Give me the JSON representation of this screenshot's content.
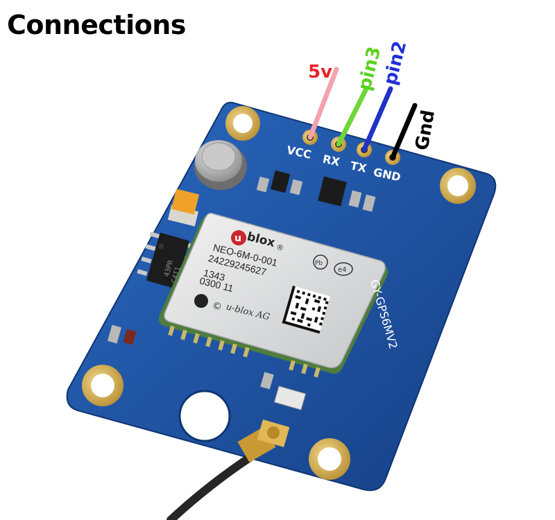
{
  "title": "Connections",
  "wires": [
    {
      "label": "5v",
      "color": "#e8232a",
      "wire_color": "#f4a3ad"
    },
    {
      "label": "pin3",
      "color": "#5bd21f",
      "wire_color": "#6fd63a"
    },
    {
      "label": "pin2",
      "color": "#2230d6",
      "wire_color": "#2032c8"
    },
    {
      "label": "Gnd",
      "color": "#000000",
      "wire_color": "#000000"
    }
  ],
  "board": {
    "pins": [
      "VCC",
      "RX",
      "TX",
      "GND"
    ],
    "model_side_label": "GY-GPS6MV2",
    "module": {
      "brand": "blox",
      "brand_mark": "u",
      "registered": "®",
      "part_number": "NEO-6M-0-001",
      "serial": "24229245627",
      "code1": "1343",
      "code2": "0300   11",
      "copyright": "u-blox AG",
      "copyright_symbol": "©",
      "e4_mark": "e4",
      "pb_mark": "Pb"
    },
    "eeprom_text": [
      "43PR",
      "C4I1"
    ],
    "colors": {
      "pcb": "#1d56a8",
      "pcb_dark": "#133f83",
      "gold": "#d7b35a",
      "shield": "#d9dadb"
    }
  }
}
